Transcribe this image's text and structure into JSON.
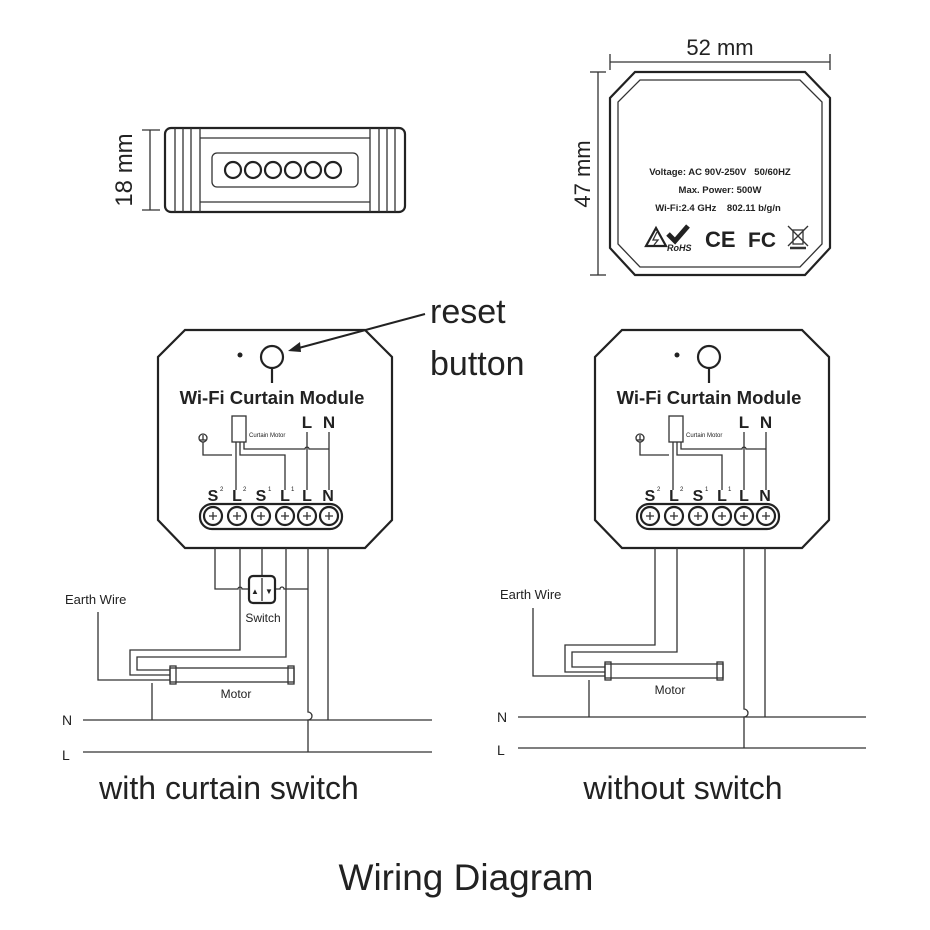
{
  "dimensions": {
    "width": "52 mm",
    "height": "47 mm",
    "depth": "18 mm"
  },
  "label": {
    "voltage": "Voltage: AC 90V-250V   50/60HZ",
    "power": "Max. Power: 500W",
    "wifi": "Wi-Fi:2.4 GHz    802.11 b/g/n",
    "rohs": "RoHS",
    "ce": "CE",
    "fc": "FC"
  },
  "reset": {
    "line1": "reset",
    "line2": "button"
  },
  "module": {
    "title": "Wi-Fi Curtain Module",
    "motor_label": "Curtain Motor",
    "top_L": "L",
    "top_N": "N",
    "terminals": [
      "S",
      "L",
      "S",
      "L",
      "L",
      "N"
    ],
    "terminal_sup": [
      "2",
      "2",
      "1",
      "1",
      "",
      ""
    ]
  },
  "wiring": {
    "earth_wire": "Earth Wire",
    "switch": "Switch",
    "motor": "Motor",
    "neutral": "N",
    "live": "L",
    "up": "▲",
    "down": "▼"
  },
  "captions": {
    "left": "with curtain switch",
    "right": "without switch",
    "title": "Wiring Diagram"
  }
}
